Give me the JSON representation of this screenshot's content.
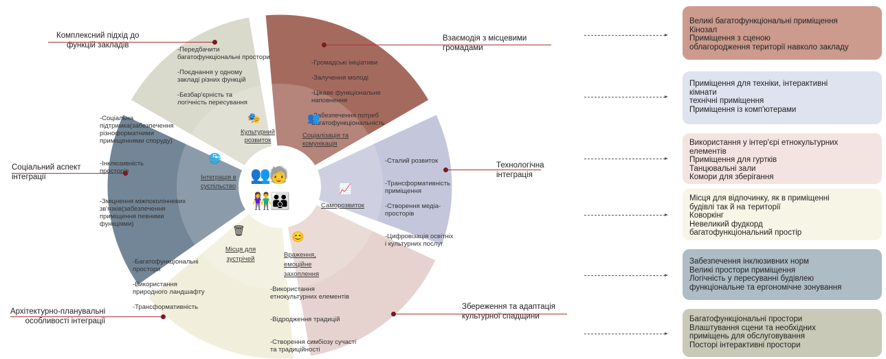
{
  "segments": [
    {
      "title": "Культурний розвиток",
      "icon": "theater-masks-icon",
      "color": "#d9d9cc",
      "items": "-Передбачити\nбагатофункціональні простори\n\n-Поєднання у одному\nзакладі різних функцій\n\n-Безбар'єрність та\nлогічність  пересування"
    },
    {
      "title": "Соціалізація та комунікація",
      "icon": "people-chat-icon",
      "color": "#a56a5e",
      "items": "-Громадські ініціативи\n\n-Залучення молоді\n\n-Цікаве функціональне\nнаповнення\n\n-Забезпечення потреб\nБагатофункціональність"
    },
    {
      "title": "Саморозвиток",
      "icon": "growth-chart-icon",
      "color": "#c4c6dc",
      "items": "-Сталий розвиток\n\n\n-Трансформативність\nприміщення\n\n-Створення медіа-\nпросторів\n\n\n-Цифровізація освітніх\nі культурних послуг"
    },
    {
      "title": "Враження, емоційне захоплення",
      "icon": "emotion-faces-icon",
      "color": "#e6d3cf",
      "items": "-Використання\nетнокультурних елементів\n\n\n-Відродження традицій\n\n\n-Створення симбіозу сучасті\nта традиційності"
    },
    {
      "title": "Місця для зустрічей",
      "icon": "meeting-table-icon",
      "color": "#f1eedb",
      "items": "-Багатофункціональні\nпростори\n\n-Використання\nприродного ландшафту\n\n-Трансформативність"
    },
    {
      "title": "Інтеграція в суспільство",
      "icon": "globe-hands-icon",
      "color": "#738697",
      "items": "-Соціальна\nпідтримка(забезпечення\nрізноформатними\nприміщеннями споруду)\n\n\n-Інклюзивність\nпросторів\n\n\n\n-Зміцнення міжпоколінневих\nзв'язків(забезпечення\nприміщення певними\nфункціями)"
    }
  ],
  "external_labels": [
    "Комплексний підхід до\nфункцій закладів",
    "Взаємодія з місцевими\nгромадами",
    "Технологічна\nінтеграція",
    "Соціальний аспект\nінтеграції",
    "Архітектурно-планувальні\nособливості інтеграції",
    "Збереження та адаптація\nкультурної спадщини"
  ],
  "boxes": [
    {
      "text": "Великі багатофункціональні приміщення\nКінозал\nПриміщення з сценою\nоблагородження території навколо закладу",
      "color": "#cc9b8e"
    },
    {
      "text": "Приміщення для техніки, інтерактивні\nкімнати\nтехнічні приміщення\nПриміщення із комп'ютерами",
      "color": "#dfe2ef"
    },
    {
      "text": "Використання у інтер'єрі етнокультурних\nелементів\nПриміщення для гуртків\nТанцювальні зали\nКомори для зберігання",
      "color": "#f4e4e1"
    },
    {
      "text": "Місця для відпочинку, як в приміщенні\nбудівлі так й на території\nКоворкінг\nНевеликий фудкорд\nбагатофункціональний простір",
      "color": "#f7f5e6"
    },
    {
      "text": "Забезпечення інклюзивних норм\nВеликі простори приміщення\nЛогічність у пересуванні будівлею\nфункціональне та ергономічне зонування",
      "color": "#aebcc5"
    },
    {
      "text": "Багатофункціональні простори\nВлаштування сцени та необхідних\nприміщень для обслуговування\nПосторі інтерактивні простори",
      "color": "#c9c9b8"
    }
  ]
}
